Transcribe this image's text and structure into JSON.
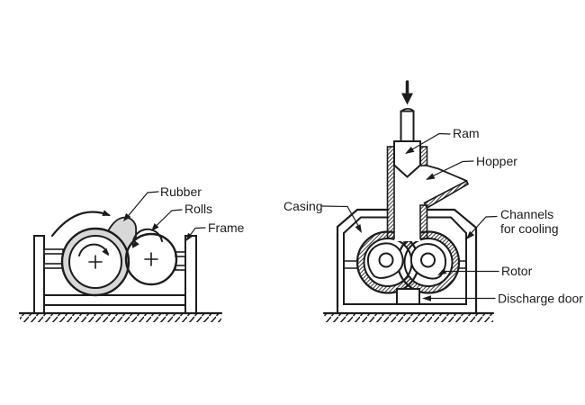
{
  "palette": {
    "ink": "#1c1c1c",
    "rubber_fill": "#d8d8d8",
    "background": "#ffffff"
  },
  "left_diagram": {
    "labels": {
      "rubber": "Rubber",
      "rolls": "Rolls",
      "frame": "Frame"
    }
  },
  "right_diagram": {
    "labels": {
      "ram": "Ram",
      "hopper": "Hopper",
      "casing": "Casing",
      "channels_line1": "Channels",
      "channels_line2": "for cooling",
      "rotor": "Rotor",
      "discharge_door": "Discharge door"
    }
  }
}
